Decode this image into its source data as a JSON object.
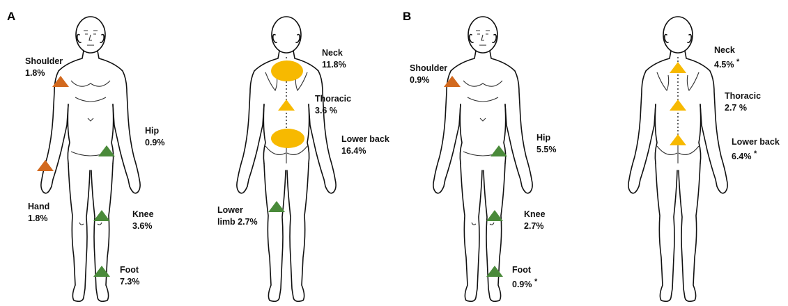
{
  "panels": {
    "a": {
      "letter": "A"
    },
    "b": {
      "letter": "B"
    }
  },
  "colors": {
    "upper_limb": "#d2691e",
    "lower_limb": "#4a8a3a",
    "spine": "#f7b900"
  },
  "panel_a_front": {
    "shoulder": {
      "name": "Shoulder",
      "value": "1.8%"
    },
    "hip": {
      "name": "Hip",
      "value": "0.9%"
    },
    "hand": {
      "name": "Hand",
      "value": "1.8%"
    },
    "knee": {
      "name": "Knee",
      "value": "3.6%"
    },
    "foot": {
      "name": "Foot",
      "value": "7.3%"
    }
  },
  "panel_a_back": {
    "neck": {
      "name": "Neck",
      "value": "11.8%"
    },
    "thoracic": {
      "name": "Thoracic",
      "value": "3.6 %"
    },
    "lower_back": {
      "name": "Lower back",
      "value": "16.4%"
    },
    "lower_limb": {
      "name": "Lower",
      "value": "limb 2.7%"
    }
  },
  "panel_b_front": {
    "shoulder": {
      "name": "Shoulder",
      "value": "0.9%"
    },
    "hip": {
      "name": "Hip",
      "value": "5.5%"
    },
    "knee": {
      "name": "Knee",
      "value": "2.7%"
    },
    "foot": {
      "name": "Foot",
      "value": "0.9%",
      "mark": "*"
    }
  },
  "panel_b_back": {
    "neck": {
      "name": "Neck",
      "value": "4.5%",
      "mark": "*"
    },
    "thoracic": {
      "name": "Thoracic",
      "value": "2.7 %"
    },
    "lower_back": {
      "name": "Lower back",
      "value": "6.4%",
      "mark": "*"
    }
  }
}
